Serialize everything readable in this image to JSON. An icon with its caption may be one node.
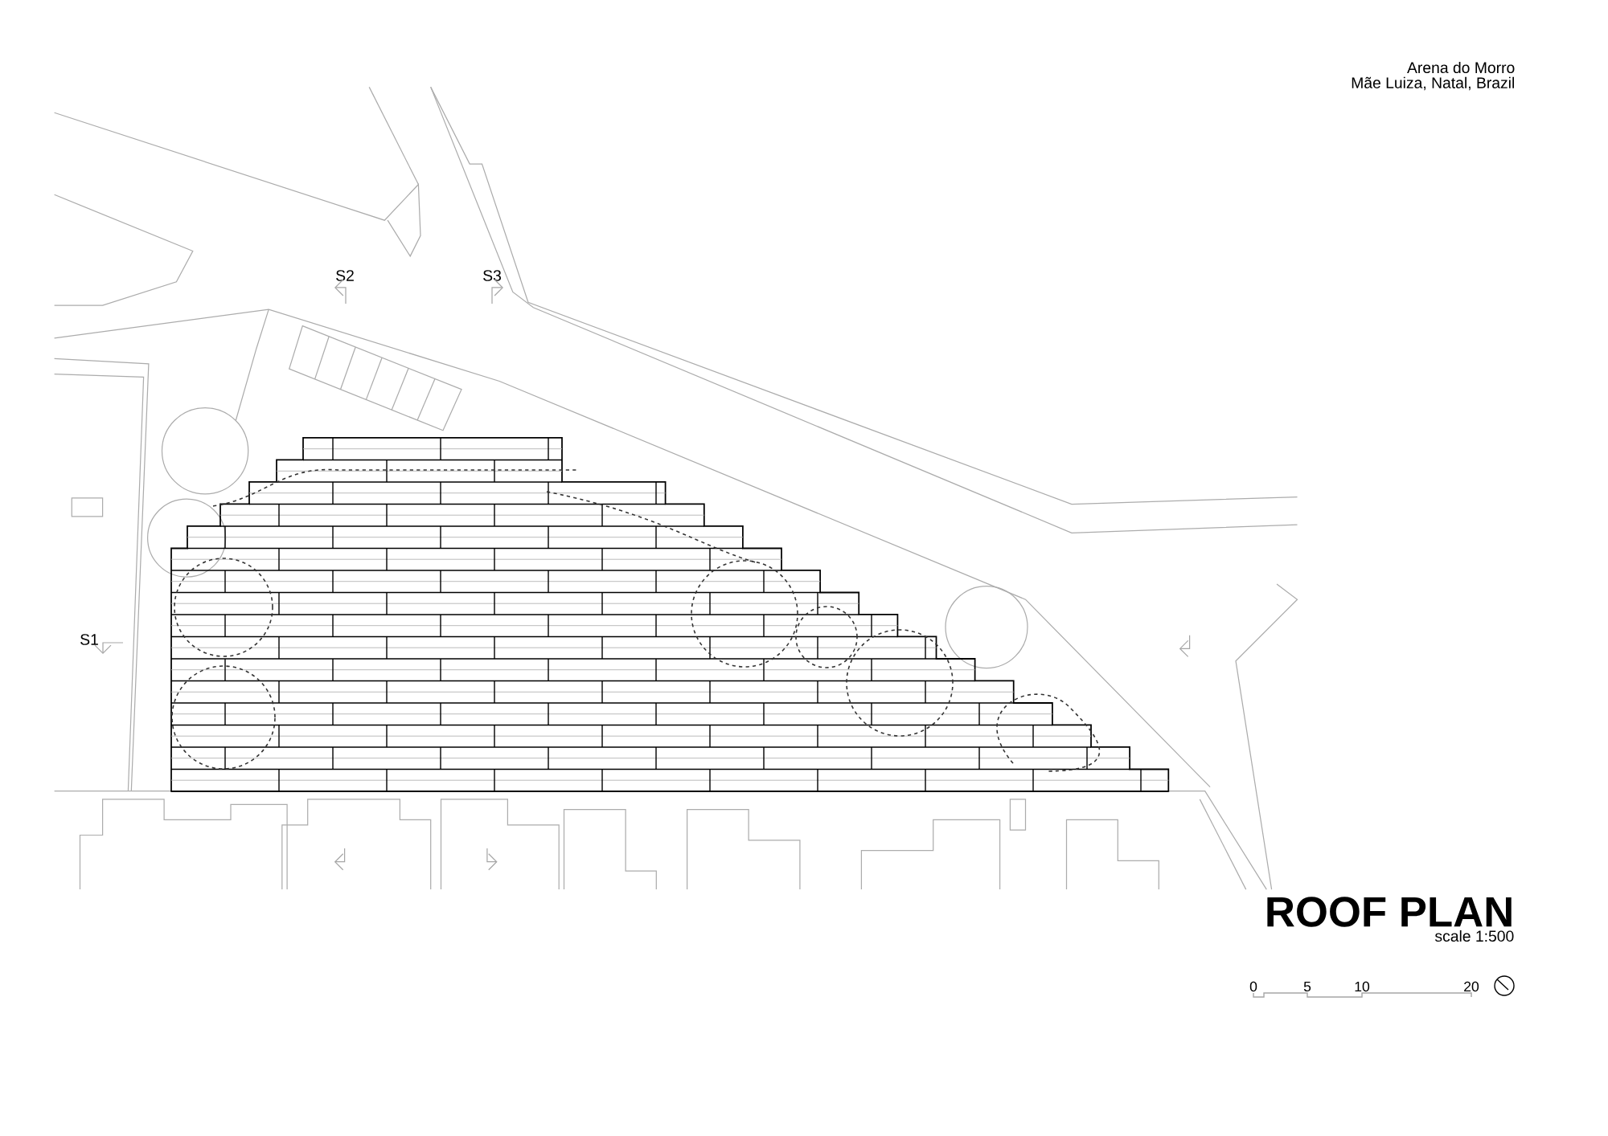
{
  "diagram": {
    "title": "ROOF PLAN",
    "labels": [
      "Arena do Morro",
      "Mãe Luiza, Natal, Brazil",
      "S2",
      "S3",
      "S1",
      "scale 1:500",
      "0",
      "5",
      "10",
      "20"
    ]
  }
}
